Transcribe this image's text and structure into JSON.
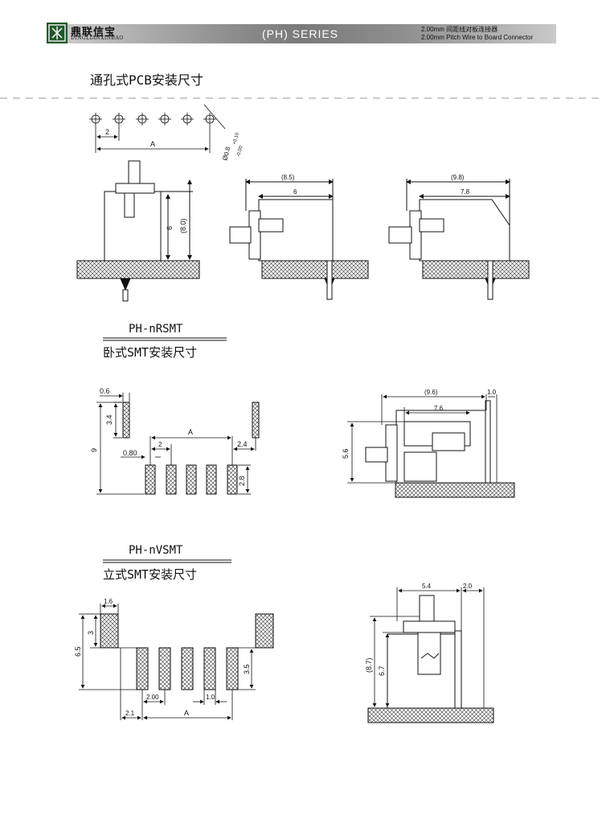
{
  "header": {
    "brand_name": "鼎联信宝",
    "brand_sub": "DINGLIANXINBAO",
    "series": "(PH) SERIES",
    "desc_cn": "2.00mm 间距线对板连接器",
    "desc_en": "2.00mm Pitch Wire to Board Connector"
  },
  "sections": {
    "tht_title": "通孔式PCB安装尺寸",
    "rsmt_model": "PH-nRSMT",
    "rsmt_title": "卧式SMT安装尺寸",
    "vsmt_model": "PH-nVSMT",
    "vsmt_title": "立式SMT安装尺寸"
  },
  "dims": {
    "tht": {
      "pitch": "2",
      "span": "A",
      "hole": "Ø0.8",
      "tol_plus": "+0.10",
      "tol_minus": "-0.00",
      "h6": "6",
      "h8": "(8.0)",
      "w85": "(8.5)",
      "w6": "6",
      "w98": "(9.8)",
      "w78": "7.8"
    },
    "rsmt": {
      "w06": "0.6",
      "h34": "3.4",
      "h9": "9",
      "span": "A",
      "pitch": "2",
      "pad": "0.80",
      "off": "2.4",
      "pad_h": "2.8",
      "side_w96": "(9.6)",
      "side_w10": "1.0",
      "side_w76": "7.6",
      "side_h56": "5.6"
    },
    "vsmt": {
      "w16": "1.6",
      "h3": "3",
      "h65": "6.5",
      "h35": "3.5",
      "pitch": "2.00",
      "pad": "1.0",
      "off": "2.1",
      "span": "A",
      "side_w54": "5.4",
      "side_w20": "2.0",
      "side_h87": "(8.7)",
      "side_h67": "6.7"
    }
  }
}
